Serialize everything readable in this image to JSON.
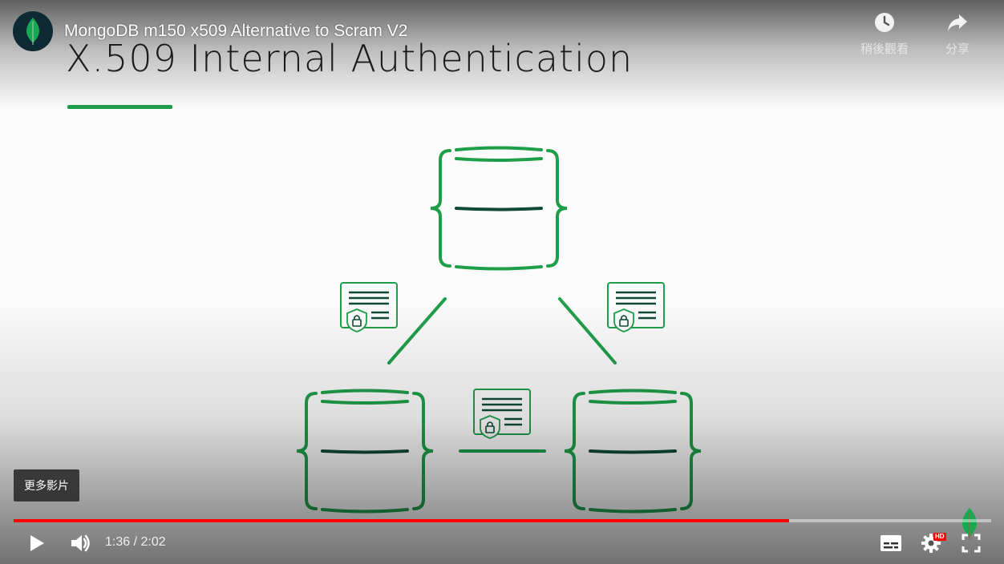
{
  "video": {
    "title": "MongoDB m150 x509 Alternative to Scram V2",
    "channel_logo": "mongodb-leaf-icon"
  },
  "slide": {
    "title": "X.509 Internal Authentication",
    "accent_color": "#1f9e4a",
    "dark_accent_color": "#0f4a34"
  },
  "top_actions": {
    "watch_later": {
      "label": "稍後觀看",
      "icon": "clock-icon"
    },
    "share": {
      "label": "分享",
      "icon": "share-arrow-icon"
    }
  },
  "more_videos": {
    "label": "更多影片"
  },
  "playback": {
    "current_time": "1:36",
    "duration": "2:02",
    "time_display": "1:36 / 2:02",
    "progress_fraction": 0.793,
    "progress_color": "#ff0000"
  },
  "controls": {
    "play": {
      "icon": "play-icon"
    },
    "volume": {
      "icon": "volume-icon"
    },
    "subtitles": {
      "icon": "subtitles-icon"
    },
    "settings": {
      "icon": "gear-icon",
      "badge": "HD"
    },
    "fullscreen": {
      "icon": "fullscreen-icon"
    }
  }
}
